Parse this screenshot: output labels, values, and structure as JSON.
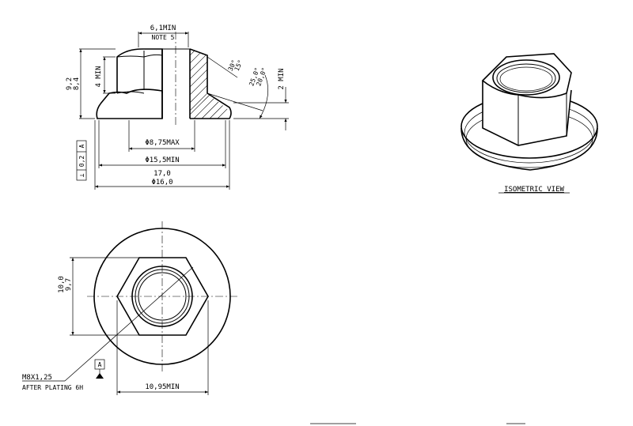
{
  "labels": {
    "dim_611": "6,1MIN",
    "note5": "NOTE 5",
    "dim_4min": "4 MIN",
    "dim_92": "9,2",
    "dim_84": "8,4",
    "dim_2min": "2 MIN",
    "ang_30": "30°",
    "ang_15": "15°",
    "ang_25": "25,0°",
    "ang_20": "20,0°",
    "dia_875": "Φ8,75MAX",
    "dia_155": "Φ15,5MIN",
    "dim_170": "17,0",
    "dia_160": "Φ16,0",
    "tol_perp": "⊥",
    "tol_val": "0,2",
    "tol_ref": "A",
    "iso_label": "ISOMETRIC VIEW",
    "dim_100": "10,0",
    "dim_97": "9,7",
    "datum_a": "A",
    "thread": "M8X1,25",
    "plating": "AFTER PLATING 6H",
    "dim_1095": "10,95MIN"
  }
}
